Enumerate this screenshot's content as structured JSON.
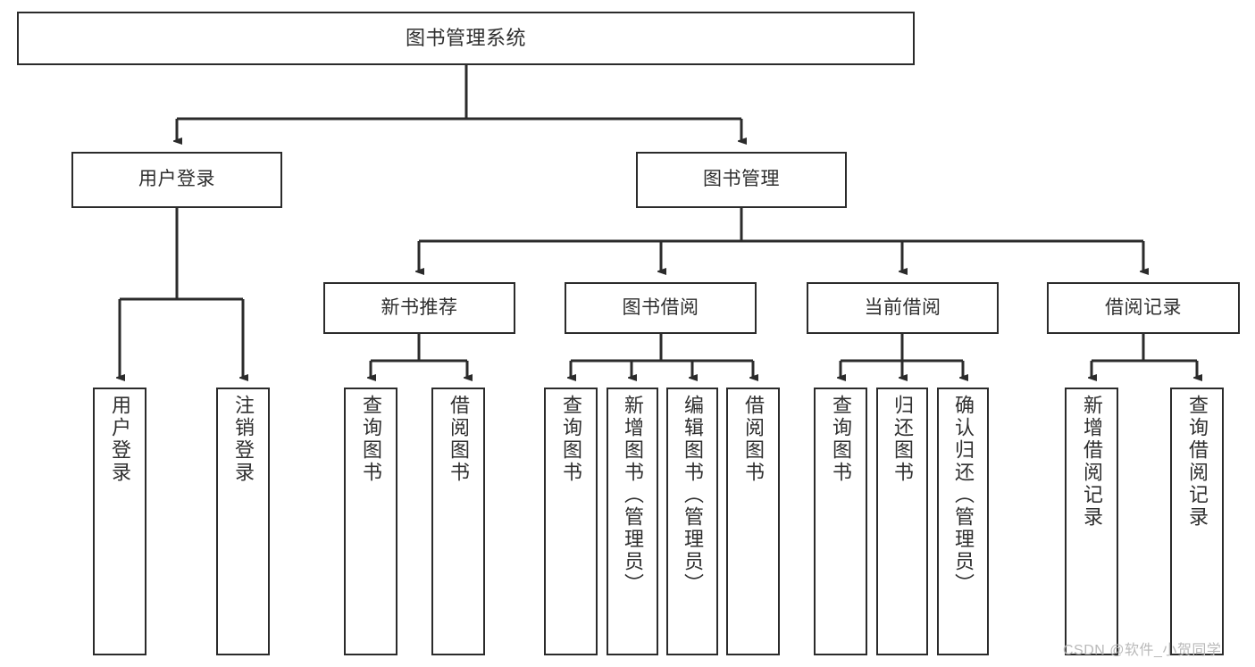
{
  "diagram": {
    "type": "hierarchy-tree",
    "title": "图书管理系统",
    "root": {
      "label": "图书管理系统"
    },
    "level2": [
      {
        "label": "用户登录"
      },
      {
        "label": "图书管理"
      }
    ],
    "level3": [
      {
        "label": "新书推荐"
      },
      {
        "label": "图书借阅"
      },
      {
        "label": "当前借阅"
      },
      {
        "label": "借阅记录"
      }
    ],
    "leaves": {
      "user_login": [
        {
          "label": "用户登录"
        },
        {
          "label": "注销登录"
        }
      ],
      "new_book_recommend": [
        {
          "label": "查询图书"
        },
        {
          "label": "借阅图书"
        }
      ],
      "book_borrow": [
        {
          "label": "查询图书"
        },
        {
          "label": "新增图书（管理员）"
        },
        {
          "label": "编辑图书（管理员）"
        },
        {
          "label": "借阅图书"
        }
      ],
      "current_borrow": [
        {
          "label": "查询图书"
        },
        {
          "label": "归还图书"
        },
        {
          "label": "确认归还（管理员）"
        }
      ],
      "borrow_record": [
        {
          "label": "新增借阅记录"
        },
        {
          "label": "查询借阅记录"
        }
      ]
    }
  },
  "watermark": {
    "text": "CSDN @软件_小贺同学"
  },
  "colors": {
    "stroke": "#2b2b2b",
    "text": "#2f2f2f",
    "background": "#ffffff",
    "watermark": "#b9b9b9"
  }
}
